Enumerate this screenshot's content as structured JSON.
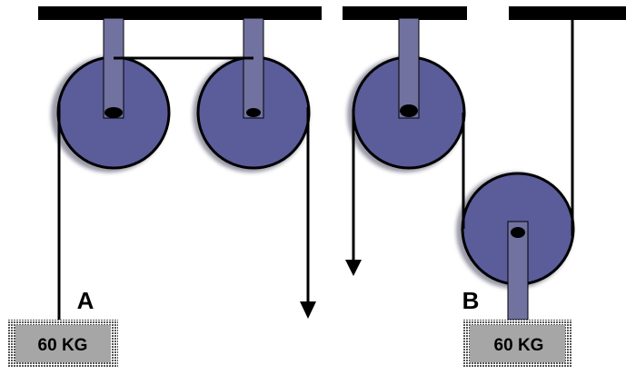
{
  "systems": {
    "a": {
      "label": "A",
      "weight_text": "60 KG"
    },
    "b": {
      "label": "B",
      "weight_text": "60 KG"
    }
  },
  "colors": {
    "pulley": "#5b5c9a",
    "pulley_shadow": "#9a9aa8",
    "mount": "#7272a0",
    "rope": "#000000",
    "ceiling": "#000000",
    "weight_face": "#a6a6a6",
    "weight_border": "#555555"
  }
}
